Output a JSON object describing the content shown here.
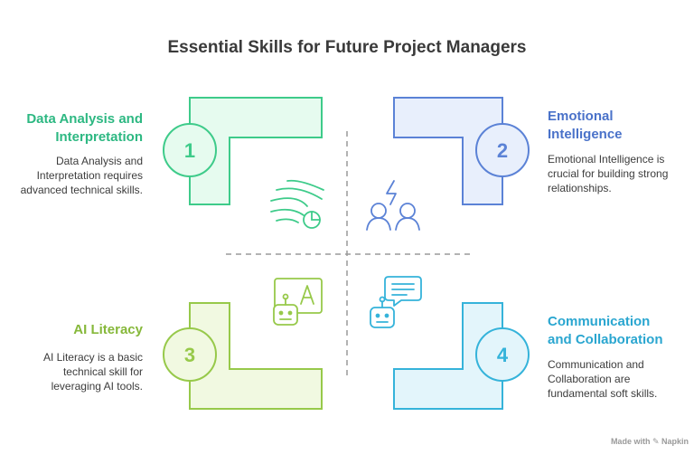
{
  "title": "Essential Skills for Future Project Managers",
  "colors": {
    "green": "#3ecb8a",
    "green_fill": "#e6fbef",
    "blue": "#5b82d6",
    "blue_fill": "#e8effc",
    "lime": "#97c94a",
    "lime_fill": "#f1f9e1",
    "cyan": "#35b3da",
    "cyan_fill": "#e3f5fb",
    "divider": "#9a9a9a"
  },
  "quadrants": [
    {
      "number": "1",
      "heading_line1": "Data Analysis and",
      "heading_line2": "Interpretation",
      "desc_line1": "Data Analysis and",
      "desc_line2": "Interpretation requires",
      "desc_line3": "advanced technical skills.",
      "icon": "data-analysis-icon",
      "heading_color": "#2db882"
    },
    {
      "number": "2",
      "heading_line1": "Emotional",
      "heading_line2": "Intelligence",
      "desc_line1": "Emotional Intelligence is",
      "desc_line2": "crucial for building strong",
      "desc_line3": "relationships.",
      "icon": "people-lightning-icon",
      "heading_color": "#4a72c9"
    },
    {
      "number": "3",
      "heading_line1": "AI Literacy",
      "heading_line2": "",
      "desc_line1": "AI Literacy is a basic",
      "desc_line2": "technical skill for",
      "desc_line3": "leveraging AI tools.",
      "icon": "robot-text-icon",
      "heading_color": "#86b83a"
    },
    {
      "number": "4",
      "heading_line1": "Communication",
      "heading_line2": "and Collaboration",
      "desc_line1": "Communication and",
      "desc_line2": "Collaboration are",
      "desc_line3": "fundamental soft skills.",
      "icon": "robot-chat-icon",
      "heading_color": "#2aa6d0"
    }
  ],
  "watermark": "Made with ✎ Napkin"
}
